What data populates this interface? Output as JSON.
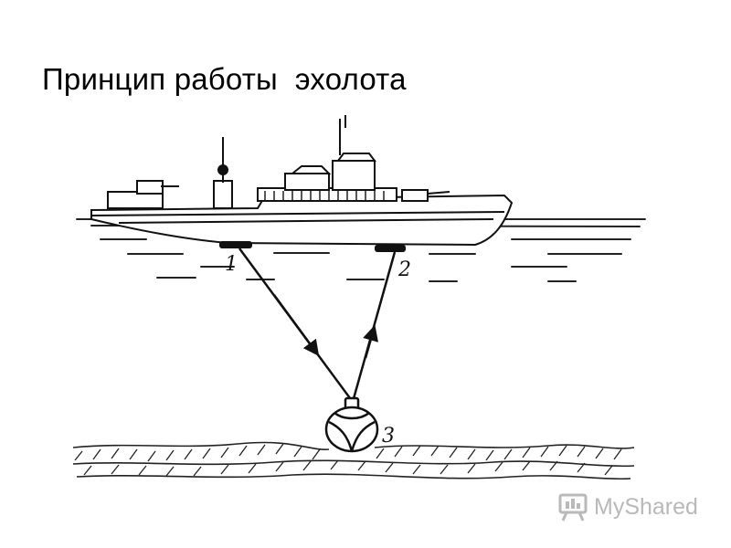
{
  "slide": {
    "title": "Принцип работы  эхолота"
  },
  "labels": {
    "transmitter": "1",
    "receiver": "2",
    "target": "3"
  },
  "watermark": {
    "text": "MyShared",
    "icon": "presentation-board-icon",
    "color": "#b9b9b9"
  }
}
